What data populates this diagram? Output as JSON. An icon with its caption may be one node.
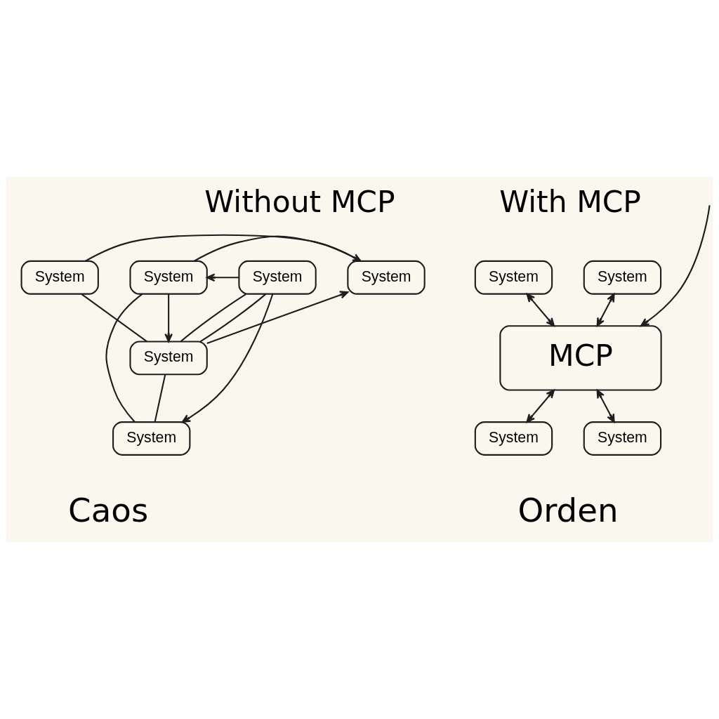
{
  "diagram": {
    "nodes": [
      {
        "text": [
          "System"
        ]
      },
      {
        "text": [
          "System"
        ]
      },
      {
        "text": [
          "System"
        ]
      },
      {
        "text": [
          "System"
        ]
      },
      {
        "text": [
          "System"
        ]
      },
      {
        "text": [
          "System"
        ]
      },
      {
        "text": [
          "System"
        ]
      },
      {
        "text": [
          "System"
        ]
      },
      {
        "text": [
          "MCP"
        ]
      },
      {
        "text": [
          "System"
        ]
      },
      {
        "text": [
          "System"
        ]
      }
    ],
    "edges": [
      {
        "from": 0,
        "to": 2,
        "arrow": "to"
      },
      {
        "from": 0,
        "to": 4,
        "arrow": "to"
      },
      {
        "from": 0,
        "to": 3,
        "arrow": "none"
      },
      {
        "from": 0,
        "to": 3,
        "arrow": "none"
      },
      {
        "from": 1,
        "to": 2,
        "arrow": "none"
      },
      {
        "from": 2,
        "to": 3,
        "arrow": "to"
      },
      {
        "from": 2,
        "to": 4,
        "arrow": "none"
      },
      {
        "from": 3,
        "to": 1,
        "arrow": "to"
      },
      {
        "from": 5,
        "to": 1,
        "arrow": "to"
      },
      {
        "from": 5,
        "to": 3,
        "arrow": "none"
      },
      {
        "from": 3,
        "to": 4,
        "arrow": "none"
      },
      {
        "from": 6,
        "to": 8,
        "arrow": "both"
      },
      {
        "from": 7,
        "to": 8,
        "arrow": "both"
      },
      {
        "from": 8,
        "to": 9,
        "arrow": "both"
      },
      {
        "from": 8,
        "to": 10,
        "arrow": "both"
      },
      {
        "from": null,
        "to": 8,
        "arrow": "to"
      }
    ],
    "labels": [
      "Without MCP",
      "With MCP",
      "Caos",
      "Orden"
    ]
  }
}
